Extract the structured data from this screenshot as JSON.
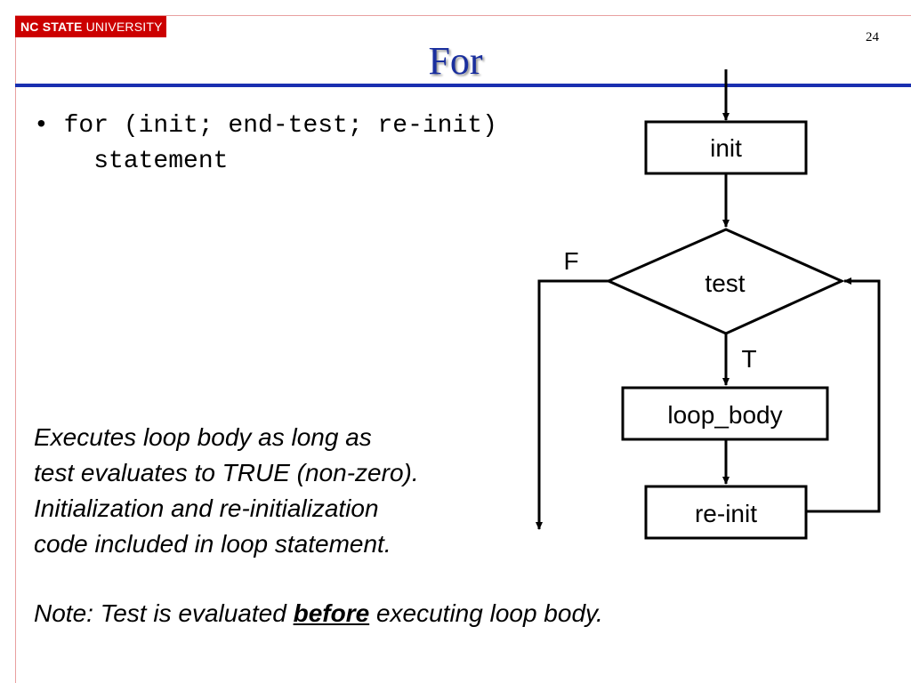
{
  "header": {
    "logo_bold": "NC STATE",
    "logo_light": " UNIVERSITY",
    "slide_number": "24",
    "title": "For"
  },
  "code": {
    "line1": "• for (init; end-test; re-init)",
    "line2": "    statement"
  },
  "flowchart": {
    "init": "init",
    "test": "test",
    "false_label": "F",
    "true_label": "T",
    "body": "loop_body",
    "reinit": "re-init"
  },
  "description": {
    "line1": "Executes loop body as long as",
    "line2": "test evaluates to TRUE (non-zero).",
    "line3": "Initialization and re-initialization",
    "line4": "code included in loop statement."
  },
  "note": {
    "prefix": "Note: Test is evaluated ",
    "emphasis": "before",
    "suffix": " executing loop body."
  },
  "colors": {
    "title": "#1a2f9e",
    "rule": "#1a2fb0",
    "logo_bg": "#cc0000"
  }
}
